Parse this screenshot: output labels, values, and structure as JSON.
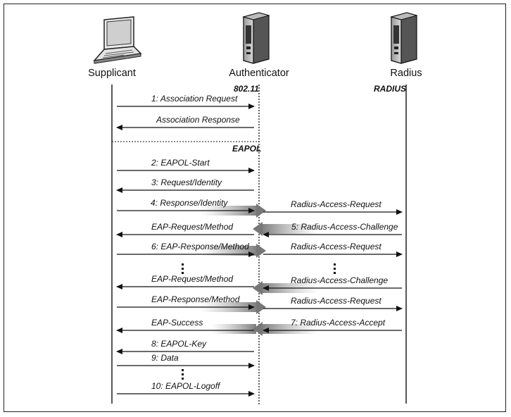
{
  "actors": {
    "supplicant": "Supplicant",
    "authenticator": "Authenticator",
    "radius": "Radius"
  },
  "protocols": {
    "wireless": "802.11",
    "radius": "RADIUS",
    "eapol": "EAPOL"
  },
  "messages": {
    "m1": "1: Association Request",
    "m2": "Association Response",
    "m3": "2: EAPOL-Start",
    "m4": "3: Request/Identity",
    "m5": "4:  Response/Identity",
    "m6": "Radius-Access-Request",
    "m7": "EAP-Request/Method",
    "m8": "5: Radius-Access-Challenge",
    "m9": "6: EAP-Response/Method",
    "m10": "Radius-Access-Request",
    "m11": "EAP-Request/Method",
    "m12": "Radius-Access-Challenge",
    "m13": "EAP-Response/Method",
    "m14": "Radius-Access-Request",
    "m15": "EAP-Success",
    "m16": "7:  Radius-Access-Accept",
    "m17": "8:  EAPOL-Key",
    "m18": "9:  Data",
    "m19": "10:  EAPOL-Logoff"
  },
  "icons": {
    "supplicant": "laptop-icon",
    "authenticator": "server-icon",
    "radius": "server-icon"
  }
}
